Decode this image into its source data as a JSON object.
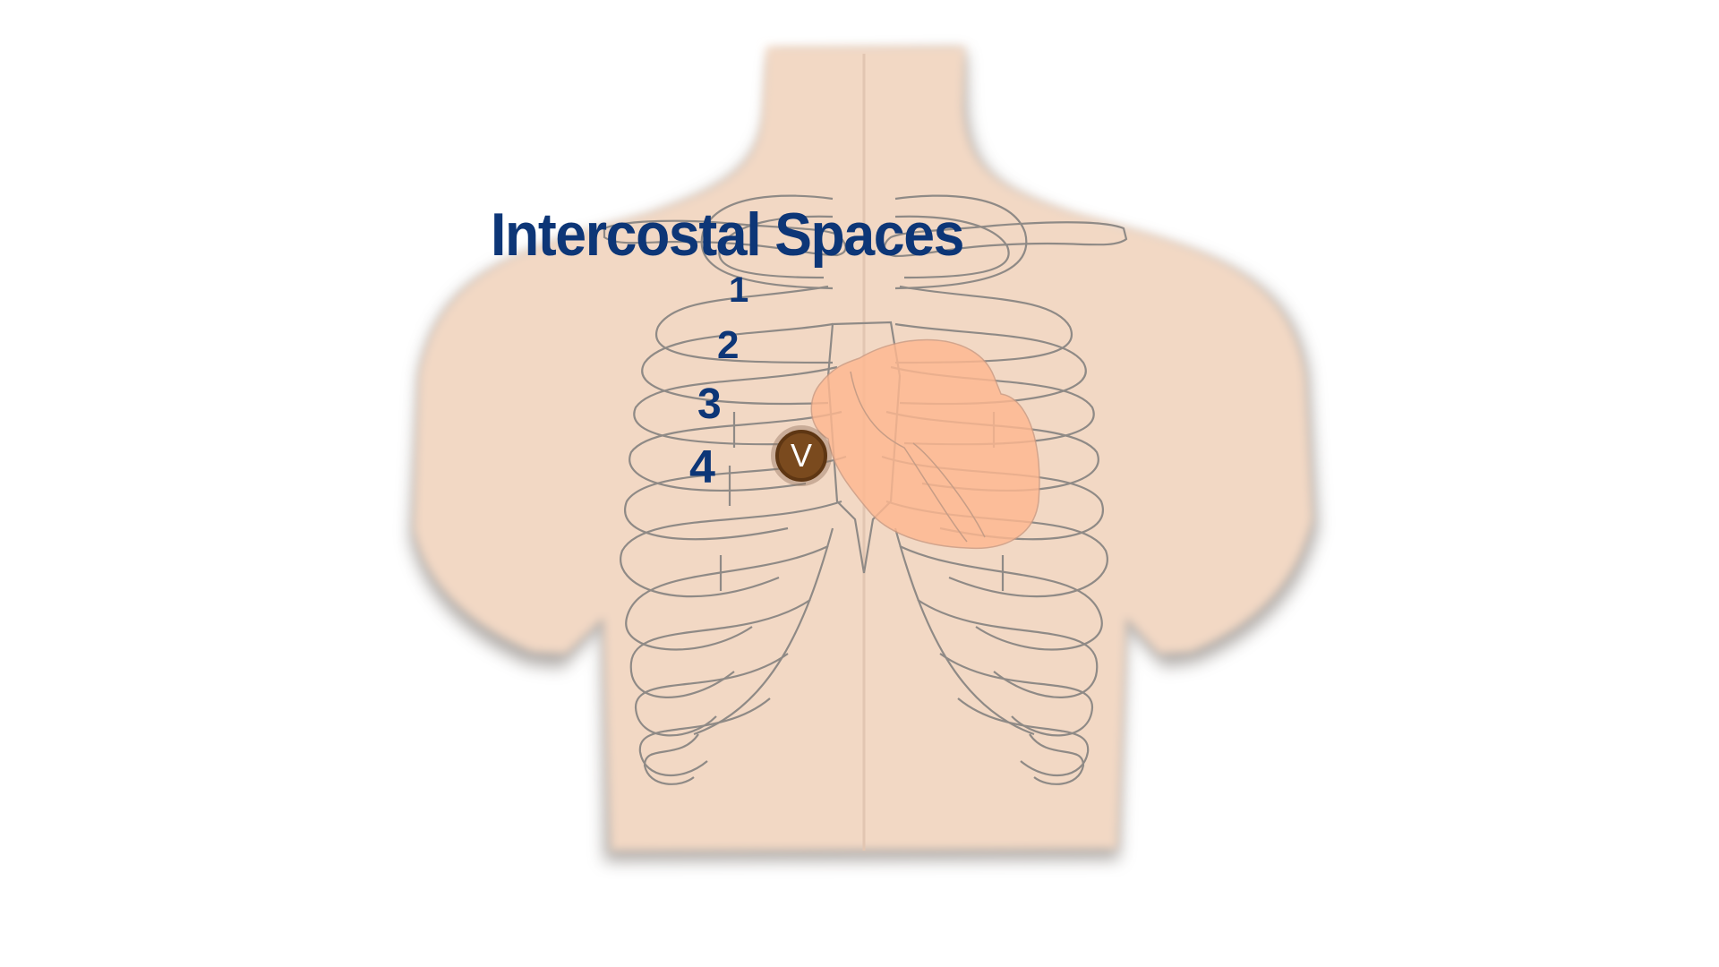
{
  "diagram": {
    "title": "Intercostal Spaces",
    "intercostal_labels": [
      {
        "label": "1"
      },
      {
        "label": "2"
      },
      {
        "label": "3"
      },
      {
        "label": "4"
      }
    ],
    "electrode_marker": {
      "label": "V"
    },
    "colors": {
      "skin": "#f2d8c4",
      "skin_shadow": "#7a7068",
      "rib_outline": "#8f8a86",
      "heart": "#ffb890",
      "label_text": "#0d3677",
      "marker_fill": "#7a4a1e",
      "marker_border": "#5e3613",
      "background": "#ffffff"
    }
  }
}
